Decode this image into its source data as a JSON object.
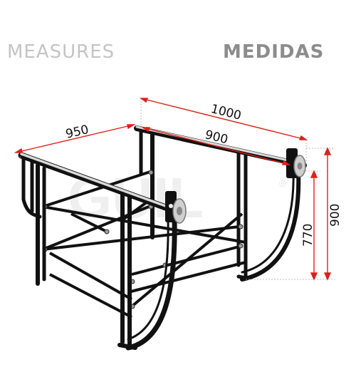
{
  "headings": {
    "left": "MEASURES",
    "right": "MEDIDAS"
  },
  "dimensions": {
    "total_length": "1000",
    "inner_length": "900",
    "width": "950",
    "height_total": "900",
    "height_inner": "770"
  },
  "watermark": {
    "text": "GUIL",
    "mark": "®"
  },
  "colors": {
    "frame": "#111111",
    "dimension_line": "#e0201a",
    "roller": "#cfcfcf",
    "top_rail": "#d9d9d9"
  }
}
